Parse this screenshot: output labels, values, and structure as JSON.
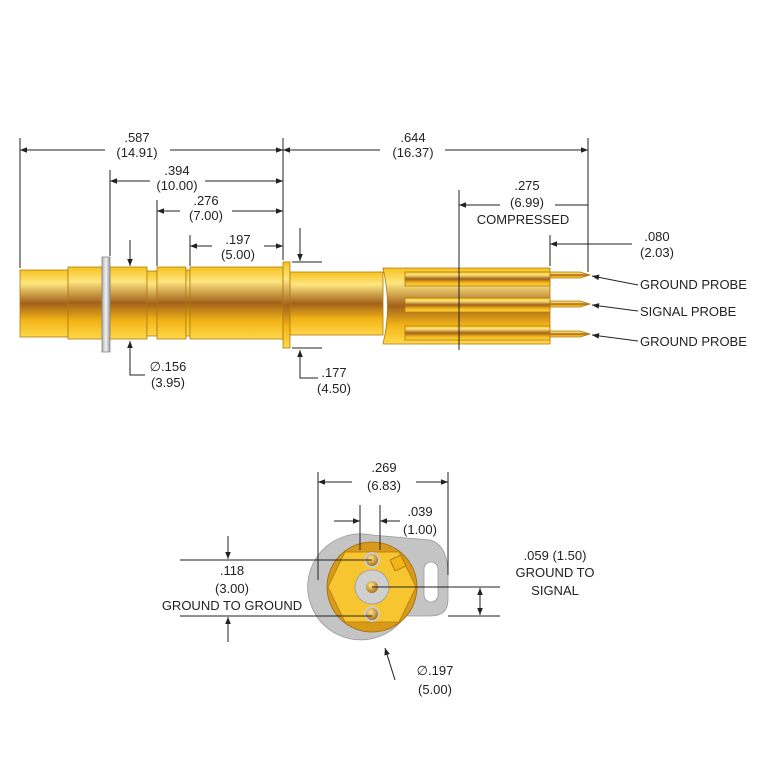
{
  "side_view": {
    "dims": {
      "overall_left": {
        "in": ".587",
        "mm": "(14.91)"
      },
      "overall_right": {
        "in": ".644",
        "mm": "(16.37)"
      },
      "d394": {
        "in": ".394",
        "mm": "(10.00)"
      },
      "d276": {
        "in": ".276",
        "mm": "(7.00)"
      },
      "d197": {
        "in": ".197",
        "mm": "(5.00)"
      },
      "compressed": {
        "in": ".275",
        "mm": "(6.99)",
        "note": "COMPRESSED"
      },
      "d080": {
        "in": ".080",
        "mm": "(2.03)"
      },
      "dia156": {
        "in": "∅.156",
        "mm": "(3.95)"
      },
      "d177": {
        "in": ".177",
        "mm": "(4.50)"
      }
    },
    "probe_labels": [
      "GROUND PROBE",
      "SIGNAL PROBE",
      "GROUND PROBE"
    ]
  },
  "end_view": {
    "dims": {
      "width": {
        "in": ".269",
        "mm": "(6.83)"
      },
      "pin": {
        "in": ".039",
        "mm": "(1.00)"
      },
      "g2g": {
        "in": ".118",
        "mm": "(3.00)",
        "note": "GROUND TO GROUND"
      },
      "g2s": {
        "in": ".059 (1.50)",
        "note1": "GROUND TO",
        "note2": "SIGNAL"
      },
      "dia197": {
        "in": "∅.197",
        "mm": "(5.00)"
      }
    }
  },
  "colors": {
    "gold_light": "#ffd23a",
    "gold_mid": "#f2b417",
    "gold_dark": "#9a5a10",
    "steel": "#c8c8c8"
  }
}
